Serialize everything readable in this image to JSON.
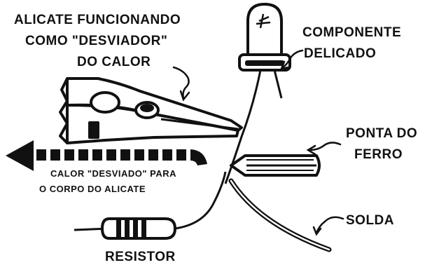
{
  "labels": {
    "pliers_line1": "ALICATE FUNCIONANDO",
    "pliers_line2": "COMO \"DESVIADOR\"",
    "pliers_line3": "DO CALOR",
    "component_line1": "COMPONENTE",
    "component_line2": "DELICADO",
    "iron_line1": "PONTA DO",
    "iron_line2": "FERRO",
    "heat_line1": "CALOR \"DESVIADO\" PARA",
    "heat_line2": "O CORPO DO ALICATE",
    "solder": "SOLDA",
    "resistor": "RESISTOR"
  },
  "colors": {
    "ink": "#111111",
    "paper": "#ffffff"
  },
  "icons": [
    "led-icon",
    "pliers-icon",
    "soldering-iron-tip-icon",
    "resistor-icon",
    "solder-wire-icon",
    "heat-arrow-icon"
  ]
}
